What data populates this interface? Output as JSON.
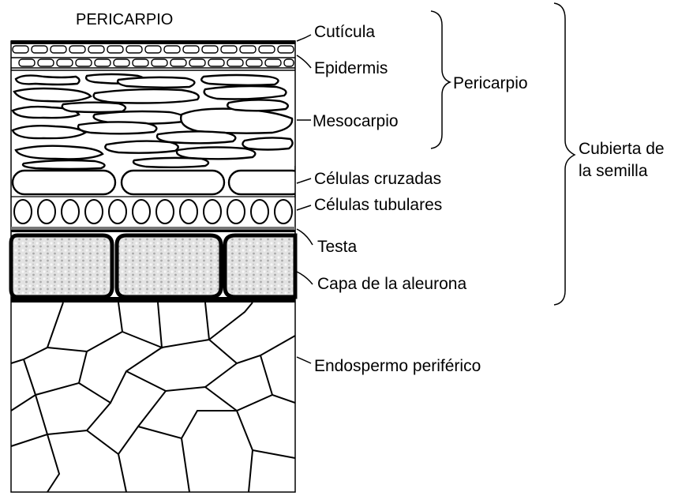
{
  "title": "PERICARPIO",
  "layers": {
    "cuticula": "Cutícula",
    "epidermis": "Epidermis",
    "mesocarpio": "Mesocarpio",
    "celulas_cruzadas": "Células cruzadas",
    "celulas_tubulares": "Células tubulares",
    "testa": "Testa",
    "aleurona": "Capa de la aleurona",
    "endospermo": "Endospermo periférico"
  },
  "groups": {
    "pericarpio": "Pericarpio",
    "cubierta_line1": "Cubierta de",
    "cubierta_line2": "la semilla"
  }
}
